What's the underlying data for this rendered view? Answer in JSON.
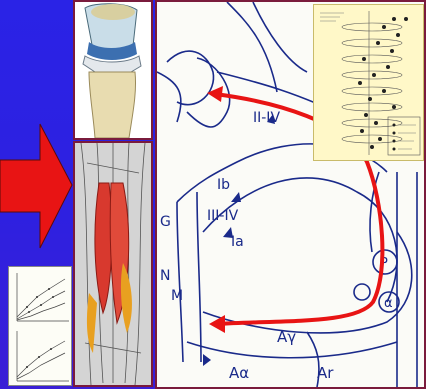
{
  "diagram": {
    "labels": {
      "ib": "Ib",
      "iii_iv_left": "III-IV",
      "ia": "Ia",
      "ii_iv_top": "II-IV",
      "g": "G",
      "n": "N",
      "m": "M",
      "a_gamma": "Aγ",
      "a_alpha": "Aα",
      "ar": "Ar",
      "p": "P",
      "alpha": "α"
    }
  },
  "colors": {
    "background": "#2e20e0",
    "arrow": "#e81414",
    "panel_border": "#7a1b3c",
    "ink": "#1a2a8a"
  }
}
